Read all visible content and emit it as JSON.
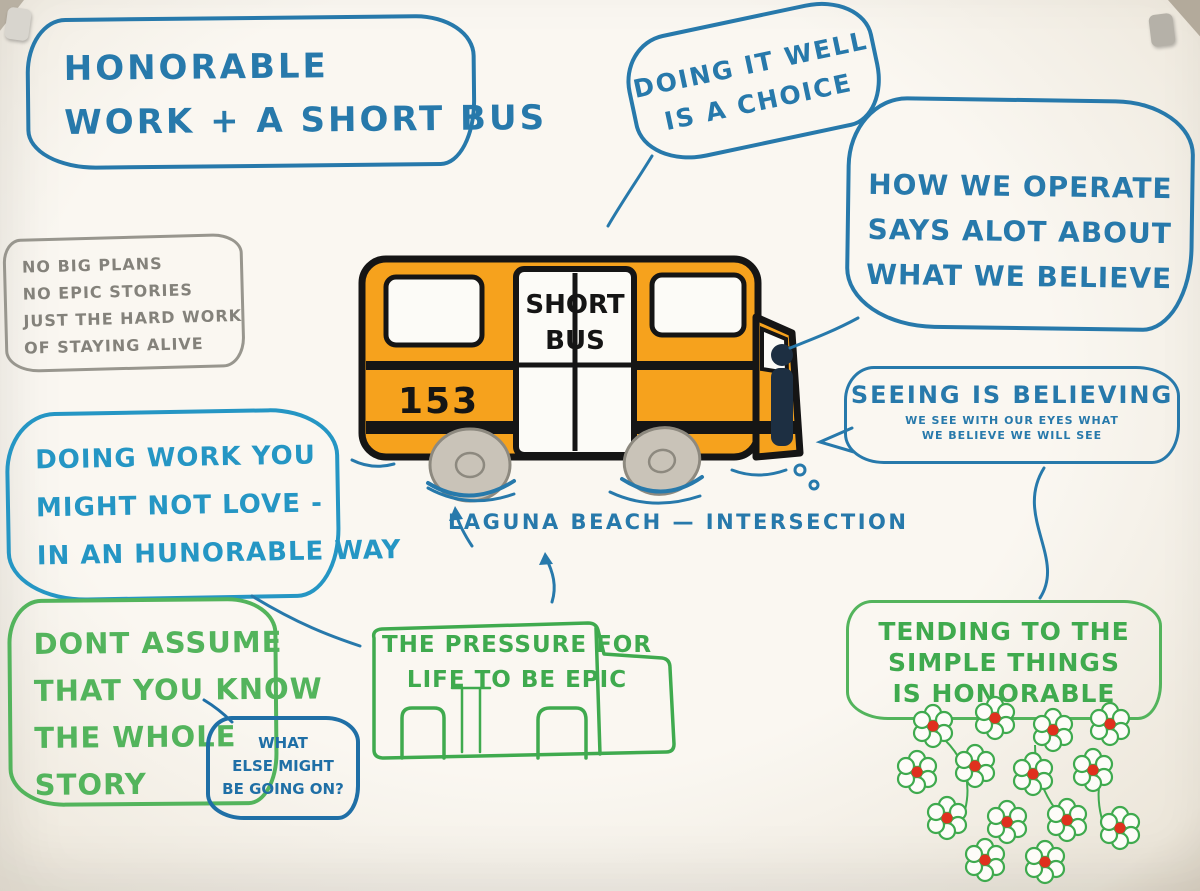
{
  "colors": {
    "blue_dark": "#2779ab",
    "blue_bright": "#2596c4",
    "blue_navy": "#1f6fa6",
    "green": "#53b45c",
    "green_dark": "#3faa4e",
    "pencil_grey": "#84827b",
    "bus_orange": "#f6a21d",
    "flower_red": "#e0301e"
  },
  "bubbles": {
    "title": {
      "lines": [
        "HONORABLE",
        "WORK + A SHORT BUS"
      ]
    },
    "doing_it_well": {
      "lines": [
        "DOING IT WELL",
        "IS A CHOICE"
      ]
    },
    "how_we_operate": {
      "lines": [
        "HOW WE OPERATE",
        "SAYS ALOT ABOUT",
        "WHAT WE BELIEVE"
      ]
    },
    "no_big_plans": {
      "lines": [
        "NO BIG PLANS",
        "NO EPIC STORIES",
        "JUST THE HARD WORK",
        "OF STAYING ALIVE"
      ]
    },
    "seeing": {
      "heading": "SEEING IS BELIEVING",
      "sub_lines": [
        "WE SEE WITH OUR EYES WHAT",
        "WE BELIEVE WE WILL SEE"
      ]
    },
    "doing_work": {
      "lines": [
        "DOING WORK YOU",
        "MIGHT NOT LOVE -",
        "IN AN HUNORABLE WAY"
      ]
    },
    "laguna_label": "LAGUNA BEACH — INTERSECTION",
    "dont_assume": {
      "lines": [
        "DONT ASSUME",
        "THAT YOU KNOW",
        "THE WHOLE",
        "STORY"
      ]
    },
    "what_else": {
      "lines": [
        "WHAT",
        "ELSE MIGHT",
        "BE GOING ON?"
      ]
    },
    "pressure": {
      "lines": [
        "THE PRESSURE FOR",
        "LIFE TO BE EPIC"
      ]
    },
    "tending": {
      "lines": [
        "TENDING TO THE",
        "SIMPLE THINGS",
        "IS HONORABLE"
      ]
    }
  },
  "bus": {
    "door_lines": [
      "SHORT",
      "BUS"
    ],
    "number": "153"
  }
}
